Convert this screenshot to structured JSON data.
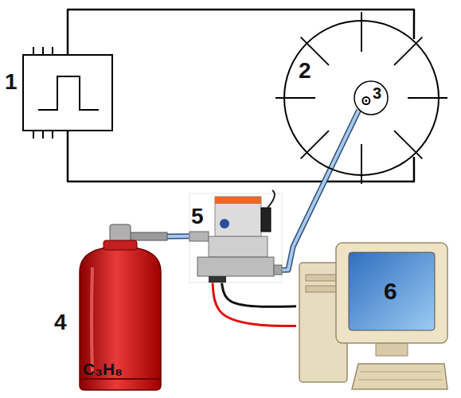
{
  "diagram": {
    "nodes": [
      {
        "text": [
          "1"
        ]
      },
      {
        "text": [
          "2"
        ]
      },
      {
        "text": [
          "3"
        ],
        "in": 1
      },
      {
        "text": [
          "4",
          "C₃H₈"
        ]
      },
      {
        "text": [
          "5"
        ]
      },
      {
        "text": [
          "6"
        ]
      }
    ],
    "edges": [
      {
        "from": 0,
        "to": 1,
        "arrow": "none"
      },
      {
        "from": 0,
        "to": 1,
        "arrow": "none"
      },
      {
        "from": 3,
        "to": 4,
        "arrow": "none"
      },
      {
        "from": 4,
        "to": 2,
        "arrow": "none"
      },
      {
        "from": 4,
        "to": 5,
        "arrow": "none"
      },
      {
        "from": 4,
        "to": 5,
        "arrow": "none"
      }
    ]
  }
}
